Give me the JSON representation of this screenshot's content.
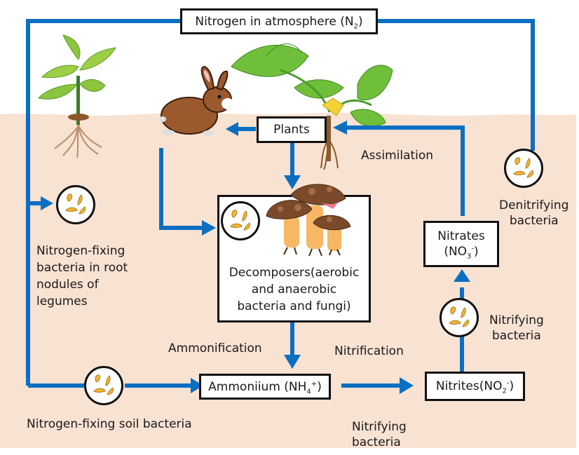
{
  "diagram": {
    "title_box": {
      "text": "Nitrogen in atmosphere (N",
      "sub": "2",
      "close": ")"
    },
    "plants_box": {
      "text": "Plants"
    },
    "decomposers_box": {
      "lines": [
        "Decomposers(aerobic",
        "and anaerobic",
        "bacteria and fungi)"
      ]
    },
    "ammonium_box": {
      "text": "Ammoniium (NH",
      "sub": "4",
      "sup": "+",
      "close": ")"
    },
    "nitrites_box": {
      "text": "Nitrites(NO",
      "sub": "2",
      "sup": "-",
      "close": ")"
    },
    "nitrates_box": {
      "line1": "Nitrates",
      "line2_text": "(NO",
      "sub": "3",
      "sup": "-",
      "close": ")"
    },
    "labels": {
      "assimilation": "Assimilation",
      "ammonification": "Ammonification",
      "nitrification": "Nitrification",
      "denitrifying": [
        "Denitrifying",
        "bacteria"
      ],
      "nitrifying_right": [
        "Nitrifying",
        "bacteria"
      ],
      "nitrifying_bottom": [
        "Nitrifying",
        "bacteria"
      ],
      "root_nodules": [
        "Nitrogen-fixing",
        "bacteria in root",
        "nodules of",
        "legumes"
      ],
      "soil_bacteria": "Nitrogen-fixing soil bacteria"
    },
    "colors": {
      "arrow": "#0a6fc2",
      "soil": "#f8e2d2",
      "bacteria": "#f2b43c",
      "box_border": "#111111"
    }
  }
}
